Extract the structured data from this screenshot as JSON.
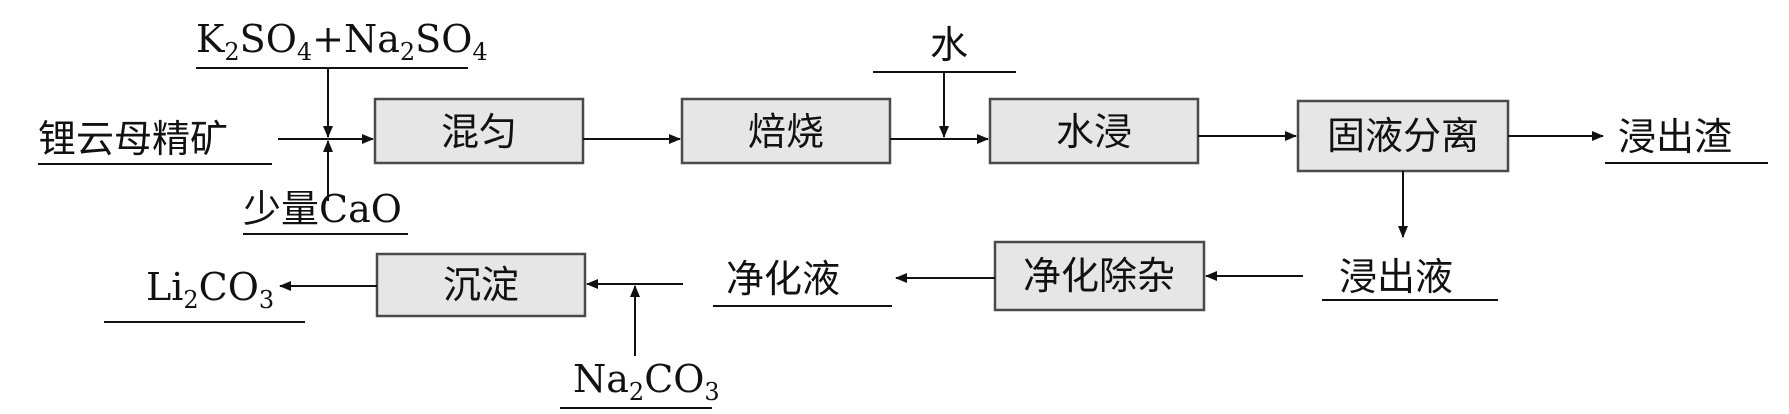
{
  "formulas": {
    "k2so4": {
      "pre": "K",
      "sub1": "2",
      "mid": "SO",
      "sub2": "4"
    },
    "plus": "+",
    "na2so4": {
      "pre": "Na",
      "sub1": "2",
      "mid": "SO",
      "sub2": "4"
    },
    "cao": "少量CaO",
    "na2co3": {
      "pre": "Na",
      "sub1": "2",
      "mid": "CO",
      "sub2": "3"
    },
    "li2co3": {
      "pre": "Li",
      "sub1": "2",
      "mid": "CO",
      "sub2": "3"
    }
  },
  "labels": {
    "ore": "锂云母精矿",
    "water": "水",
    "residue": "浸出渣",
    "leachate": "浸出液",
    "purified": "净化液"
  },
  "steps": {
    "mix": "混匀",
    "roast": "焙烧",
    "leach": "水浸",
    "separate": "固液分离",
    "purify": "净化除杂",
    "precipitate": "沉淀"
  }
}
